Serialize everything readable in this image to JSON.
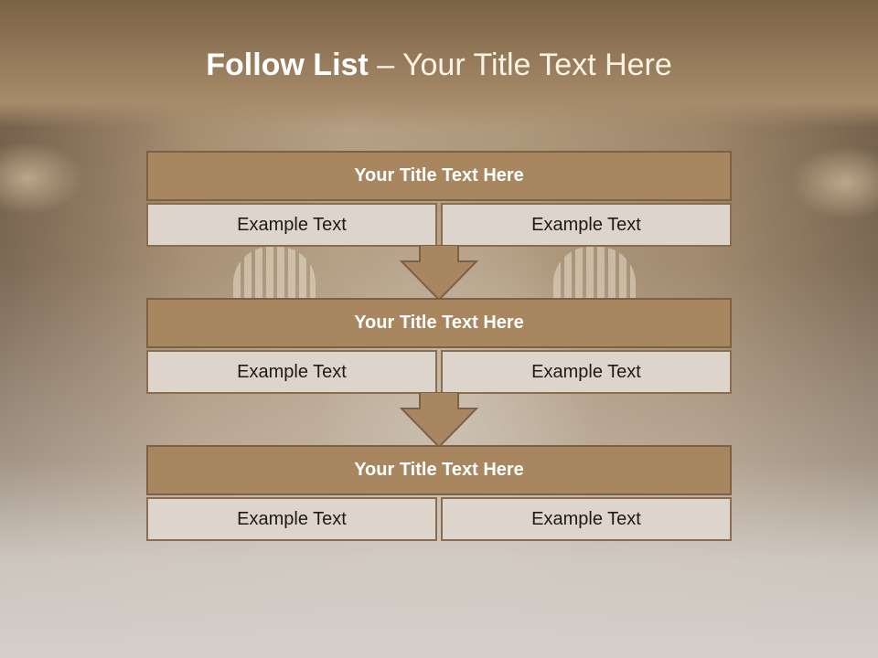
{
  "slide": {
    "title_bold": "Follow List",
    "title_rest": " – Your Title Text Here"
  },
  "colors": {
    "header": "#94795a",
    "block_title": "#a8865f",
    "block_border": "#7d6144",
    "cell": "#ddd5cc",
    "arrow": "#a8865f"
  },
  "blocks": [
    {
      "title": "Your Title Text Here",
      "left": "Example Text",
      "right": "Example Text"
    },
    {
      "title": "Your Title Text Here",
      "left": "Example Text",
      "right": "Example Text"
    },
    {
      "title": "Your Title Text Here",
      "left": "Example Text",
      "right": "Example Text"
    }
  ]
}
